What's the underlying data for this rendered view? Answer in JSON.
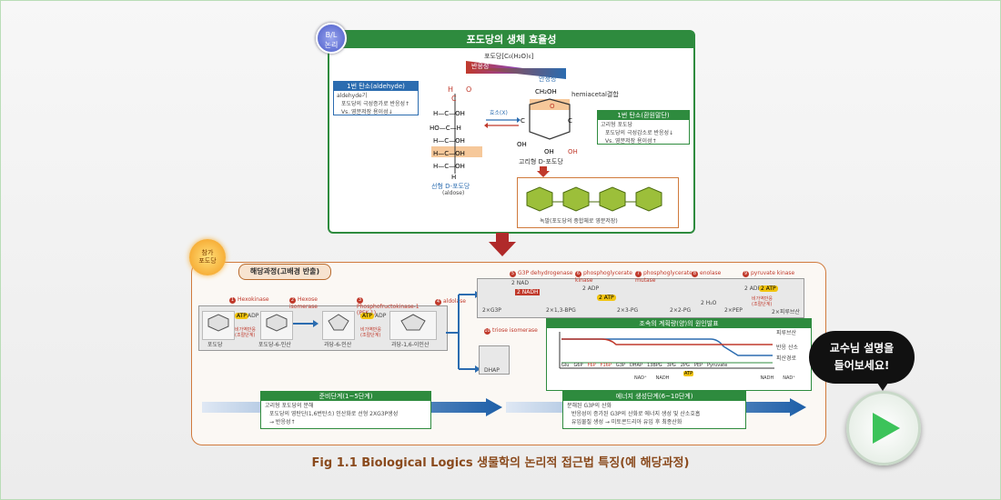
{
  "top": {
    "badge": "B/L\n논리",
    "title": "포도당의 생체 효율성",
    "formula": "포도당[C₆(H₂O)₆]",
    "reactivity": "반응성",
    "stability": "안정성",
    "hemiacetal": "hemiacetal결합",
    "enzyme": "효소(X)",
    "linear_label": "선형 D-포도당",
    "linear_sub": "(aldose)",
    "ring_label": "고리형 D-포도당",
    "starch_label": "녹말(포도당의 중합체로 영분저장)",
    "left_box": {
      "header": "1번 탄소(aldehyde)",
      "line1": "aldehyde기",
      "line2": "포도당의 극성증가로 반응성↑",
      "line3": "Vs. 영분저장 용이성↓"
    },
    "right_box": {
      "header": "1번 탄소(환원말단)",
      "line1": "고리형 포도당",
      "line2": "포도당의 극성감소로 반응성↓",
      "line3": "Vs. 영분저장 용이성↑"
    }
  },
  "bottom": {
    "sun": "참가\n포도당",
    "title": "해당과정(고배경 반출)",
    "enzymes": [
      "Hexokinase",
      "Hexose isomerase",
      "Phosphofructokinase-1 (PFK-1)",
      "aldolase",
      "G3P dehydrogenase",
      "phosphoglycerate kinase",
      "phosphoglycerate mutase",
      "enolase",
      "pyruvate kinase",
      "triose isomerase"
    ],
    "nums": [
      "1",
      "2",
      "3",
      "4",
      "5",
      "6",
      "7",
      "8",
      "9",
      "10"
    ],
    "molecules": [
      "포도당",
      "포도당-6-인산",
      "과당-6-인산",
      "과당-1,6-이인산",
      "2×G3P",
      "2×1,3-BPG",
      "2×3-PG",
      "2×2-PG",
      "2×PEP",
      "2×피루브산",
      "DHAP"
    ],
    "atp": "ATP",
    "adp": "ADP",
    "nad": "2 NAD",
    "nadh": "2 NADH",
    "atp2": "2 ATP",
    "adp2": "2 ADP",
    "h2o": "2 H₂O",
    "inhibit": "비가역반응\n(조절단계)",
    "graph_header": "조속의 계획량(양)의 원인발표",
    "graph_labels": [
      "피루브산",
      "반응 산소",
      "피산경로"
    ],
    "graph_row": [
      "Glu",
      "G6P",
      "F6P",
      "F16P",
      "G3P",
      "DHAP",
      "13BPG",
      "3PG",
      "2PG",
      "PEP",
      "Pyruvate"
    ],
    "graph_atp": "ATP",
    "graph_nad": [
      "NAD⁺",
      "NADH",
      "NADH",
      "NAD⁺"
    ],
    "prep": {
      "header": "준비단계(1~5단계)",
      "line1": "고리형 포도당의 분해",
      "line2": "포도당의 영탄단(1,6번탄소) 인산화로 선형 2XG3P생성",
      "line3": "→ 반응성↑"
    },
    "payoff": {
      "header": "에너지 생성단계(6~10단계)",
      "line1": "분해된 G3P의 산화",
      "line2": "반응성이 증가된 G3P의 산화로 에너지 생성 및 산소호흡",
      "line3": "유입물질 생성 → 미토콘드리아 유입 후 최종산화"
    }
  },
  "callout": "교수님 설명을\n들어보세요!",
  "caption": "Fig 1.1 Biological Logics 생물학의 논리적 접근법 특징(예 해당과정)",
  "colors": {
    "green": "#2e8b3e",
    "orange": "#d07a3c",
    "red": "#c0392b",
    "blue": "#2b6cb0"
  }
}
